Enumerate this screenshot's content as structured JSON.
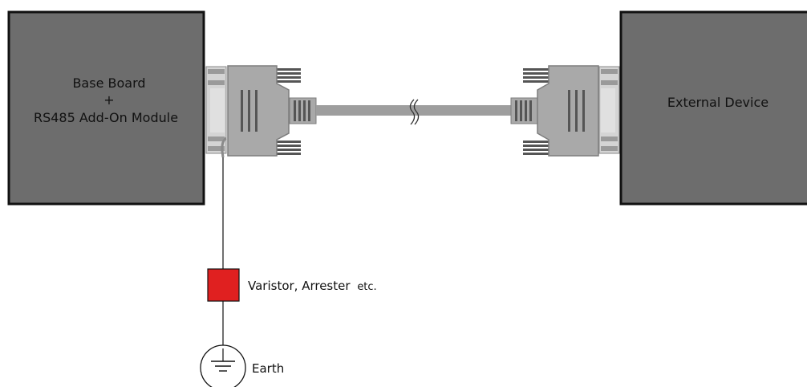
{
  "base_board": {
    "line1": "Base Board",
    "line2": "+",
    "line3": "RS485 Add-On Module"
  },
  "external_device": {
    "label": "External Device"
  },
  "protection": {
    "label_main": "Varistor, Arrester",
    "label_suffix": "etc."
  },
  "earth": {
    "label": "Earth"
  },
  "colors": {
    "box_fill": "#6d6d6d",
    "box_border": "#111111",
    "connector": "#a9a9a9",
    "connector_dark": "#7a7a7a",
    "cable": "#9e9e9e",
    "varistor": "#e02020"
  }
}
